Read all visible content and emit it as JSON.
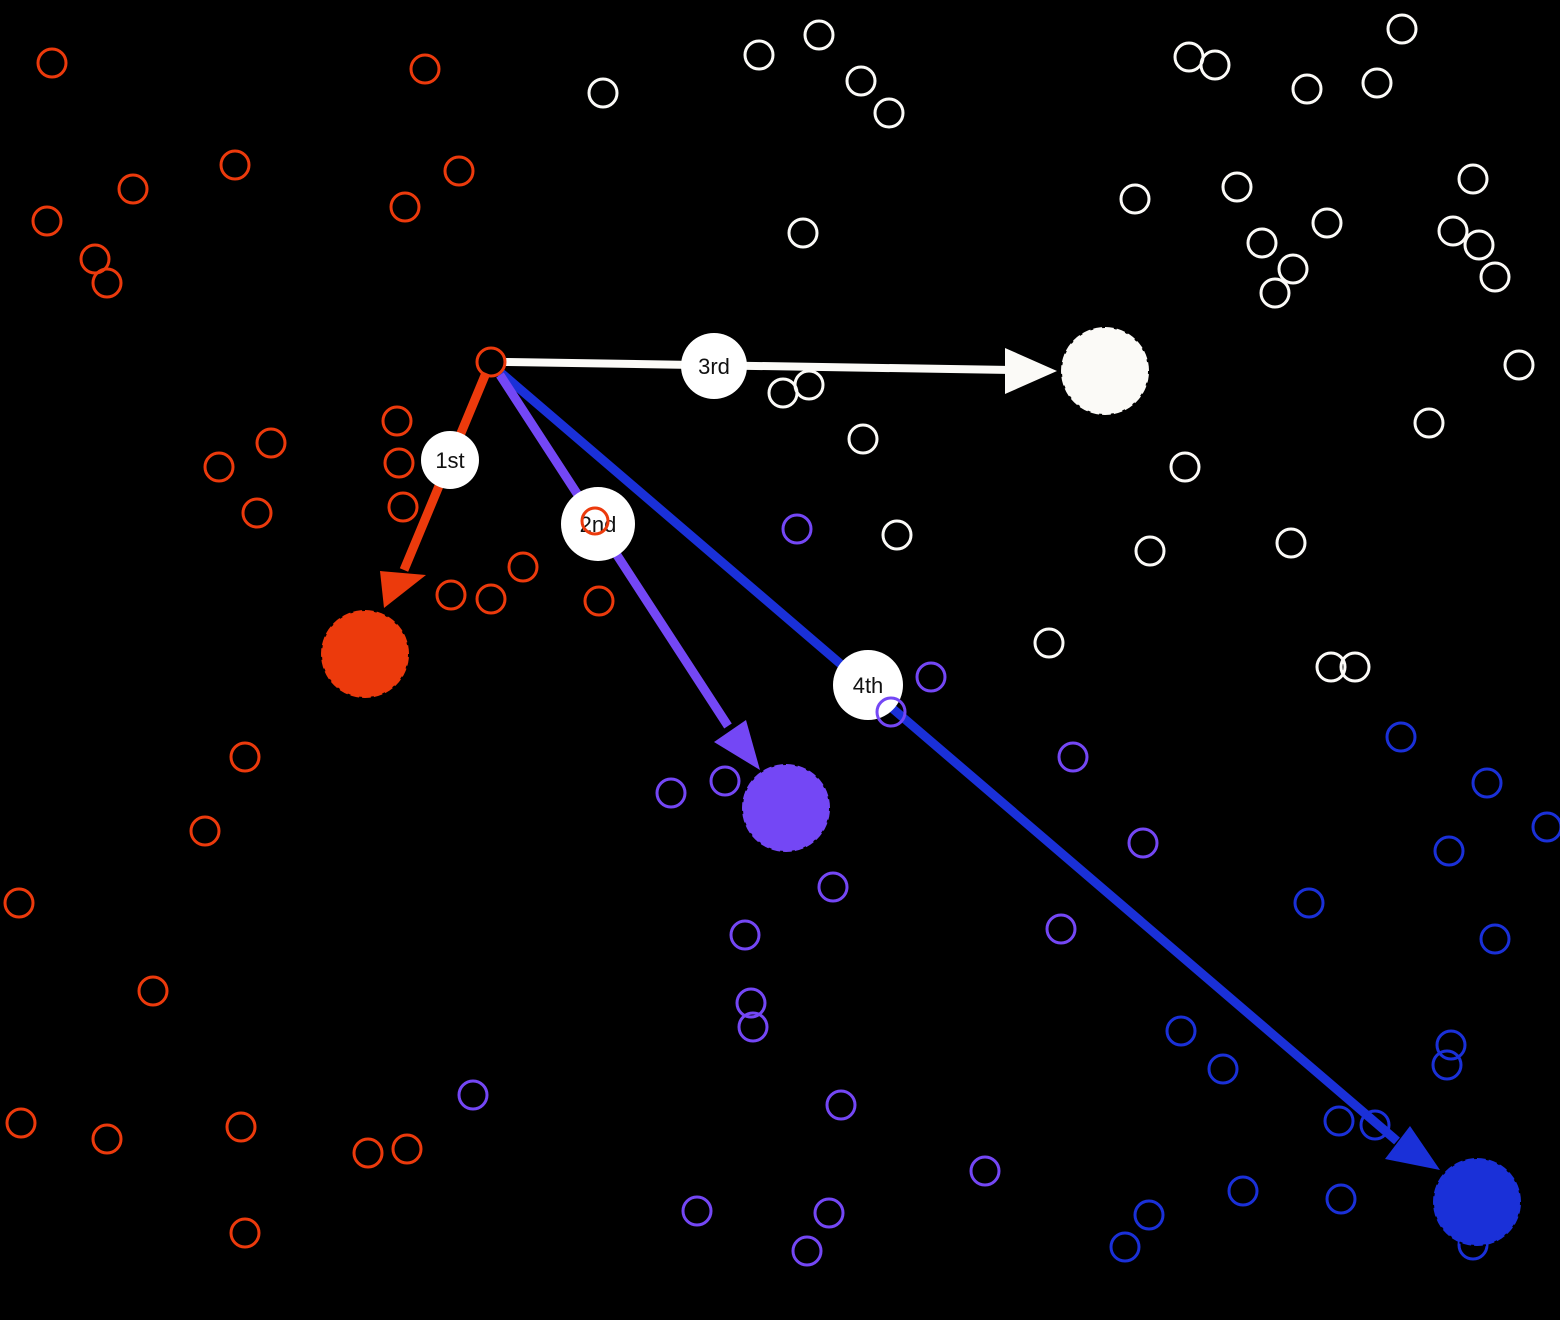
{
  "colors": {
    "background": "#000000",
    "cluster_red": "#ec3a0c",
    "cluster_white": "#fbfaf7",
    "cluster_purple": "#7447f5",
    "cluster_blue": "#1a30d8",
    "label_bg": "#ffffff",
    "label_text": "#111111"
  },
  "arrows": [
    {
      "id": "1st",
      "label": "1st",
      "cluster": "red",
      "color": "#ec3a0c"
    },
    {
      "id": "2nd",
      "label": "2nd",
      "cluster": "purple",
      "color": "#7447f5"
    },
    {
      "id": "3rd",
      "label": "3rd",
      "cluster": "white",
      "color": "#fbfaf7"
    },
    {
      "id": "4th",
      "label": "4th",
      "cluster": "blue",
      "color": "#1a30d8"
    }
  ]
}
